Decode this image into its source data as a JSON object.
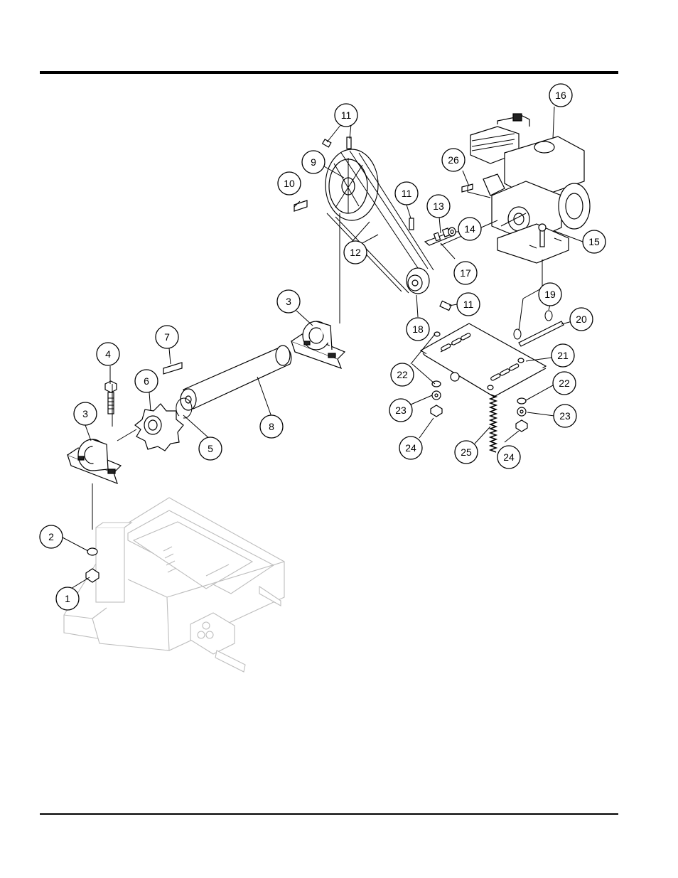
{
  "callouts": [
    {
      "label": "1"
    },
    {
      "label": "2"
    },
    {
      "label": "3"
    },
    {
      "label": "3"
    },
    {
      "label": "4"
    },
    {
      "label": "5"
    },
    {
      "label": "6"
    },
    {
      "label": "7"
    },
    {
      "label": "8"
    },
    {
      "label": "9"
    },
    {
      "label": "10"
    },
    {
      "label": "11"
    },
    {
      "label": "11"
    },
    {
      "label": "11"
    },
    {
      "label": "12"
    },
    {
      "label": "13"
    },
    {
      "label": "14"
    },
    {
      "label": "15"
    },
    {
      "label": "16"
    },
    {
      "label": "17"
    },
    {
      "label": "18"
    },
    {
      "label": "19"
    },
    {
      "label": "20"
    },
    {
      "label": "21"
    },
    {
      "label": "22"
    },
    {
      "label": "22"
    },
    {
      "label": "23"
    },
    {
      "label": "23"
    },
    {
      "label": "24"
    },
    {
      "label": "24"
    },
    {
      "label": "25"
    },
    {
      "label": "26"
    }
  ],
  "colors": {
    "ink": "#000000",
    "phantom": "#bdbdbd",
    "paper": "#ffffff"
  }
}
